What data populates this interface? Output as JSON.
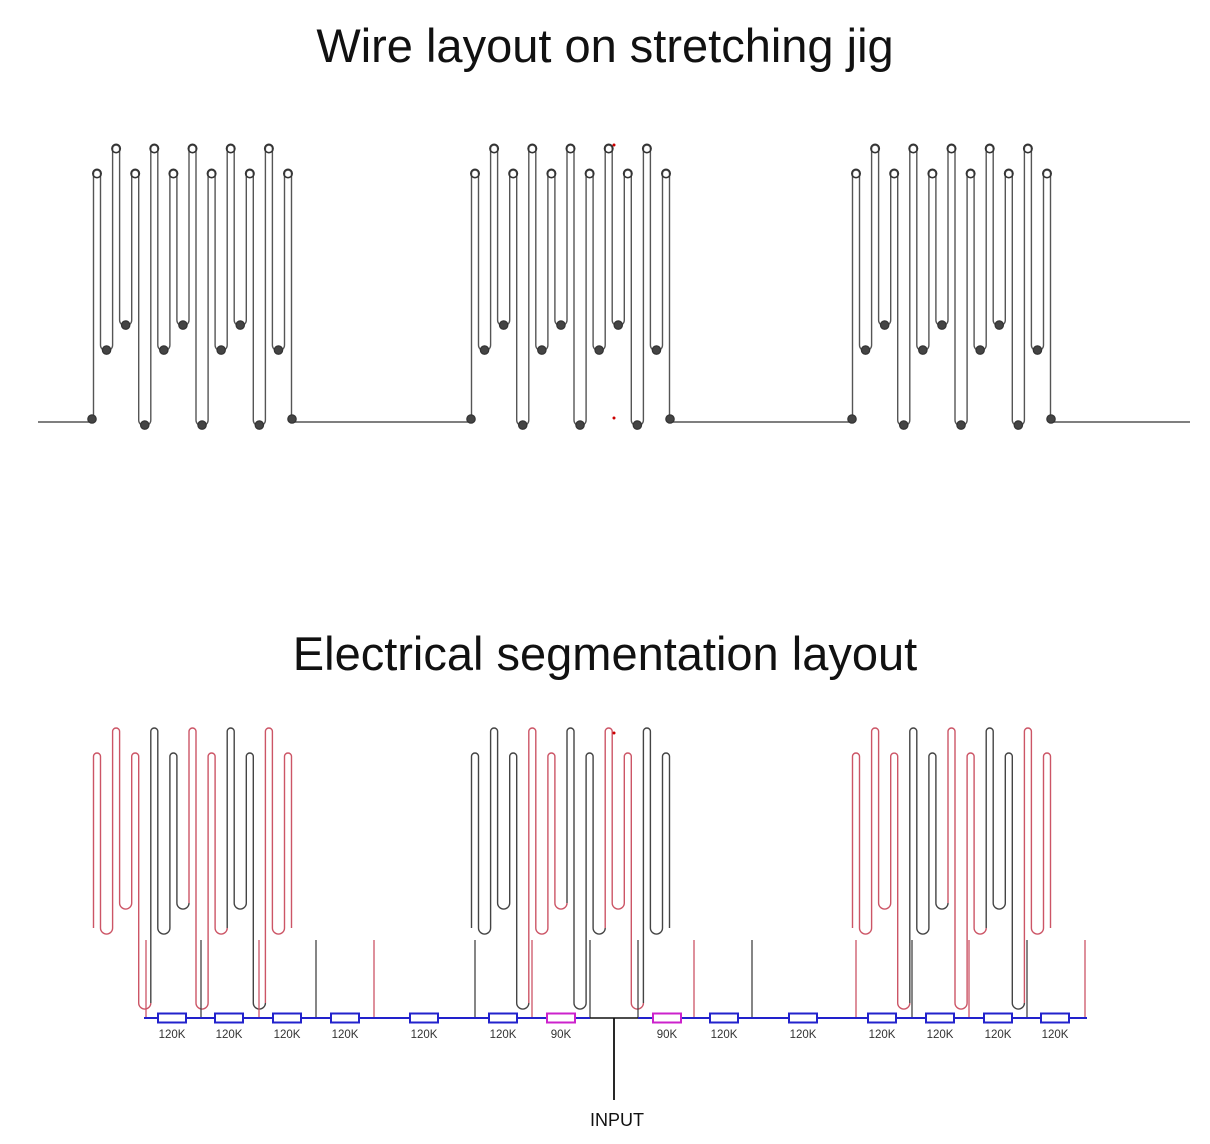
{
  "titles": {
    "top": "Wire layout on stretching jig",
    "bottom": "Electrical segmentation layout"
  },
  "colors": {
    "wire": "#555555",
    "post": "#333333",
    "segment_red": "#cc5566",
    "segment_black": "#444444",
    "bus_blue": "#2222cc",
    "resistor_blue": "#2222cc",
    "resistor_magenta": "#cc22cc",
    "input_line": "#111111",
    "marker_red": "#cc0000"
  },
  "segmentation": {
    "group_colors": [
      [
        "red",
        "black",
        "red",
        "black",
        "red"
      ],
      [
        "black",
        "red",
        "black",
        "red",
        "black"
      ],
      [
        "red",
        "black",
        "red",
        "black",
        "red"
      ]
    ]
  },
  "resistors": [
    {
      "label": "120K",
      "color": "blue"
    },
    {
      "label": "120K",
      "color": "blue"
    },
    {
      "label": "120K",
      "color": "blue"
    },
    {
      "label": "120K",
      "color": "blue"
    },
    {
      "label": "120K",
      "color": "blue"
    },
    {
      "label": "120K",
      "color": "blue"
    },
    {
      "label": "90K",
      "color": "magenta"
    },
    {
      "label": "90K",
      "color": "magenta"
    },
    {
      "label": "120K",
      "color": "blue"
    },
    {
      "label": "120K",
      "color": "blue"
    },
    {
      "label": "120K",
      "color": "blue"
    },
    {
      "label": "120K",
      "color": "blue"
    },
    {
      "label": "120K",
      "color": "blue"
    },
    {
      "label": "120K",
      "color": "blue"
    }
  ],
  "input_label": "INPUT"
}
